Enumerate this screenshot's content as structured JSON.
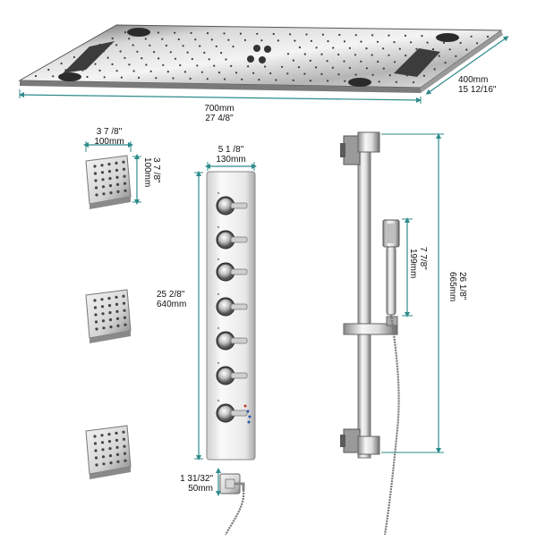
{
  "colors": {
    "dimension_line": "#2e8b8b",
    "chrome_light": "#f2f2f2",
    "chrome_mid": "#b8b8b8",
    "chrome_dark": "#4a4a4a",
    "label_text": "#111111"
  },
  "icons": [
    "ceiling-rain-shower-head",
    "body-jet",
    "thermostatic-valve-panel",
    "slide-bar",
    "hand-shower",
    "wall-outlet",
    "shower-hose"
  ],
  "dimensions": {
    "head_width_mm": "700mm",
    "head_width_in": "27 4/8\"",
    "head_depth_mm": "400mm",
    "head_depth_in": "15 12/16\"",
    "jet_width_in": "3 7 /8\"",
    "jet_width_mm": "100mm",
    "jet_height_in": "3 7 /8\"",
    "jet_height_mm": "100mm",
    "valve_width_in": "5 1 /8\"",
    "valve_width_mm": "130mm",
    "valve_height_in": "25 2/8\"",
    "valve_height_mm": "640mm",
    "outlet_width_in": "1 31/32\"",
    "outlet_width_mm": "50mm",
    "handshower_length_in": "7 7/8\"",
    "handshower_length_mm": "199mm",
    "bar_height_in": "26 1/8\"",
    "bar_height_mm": "665mm"
  }
}
